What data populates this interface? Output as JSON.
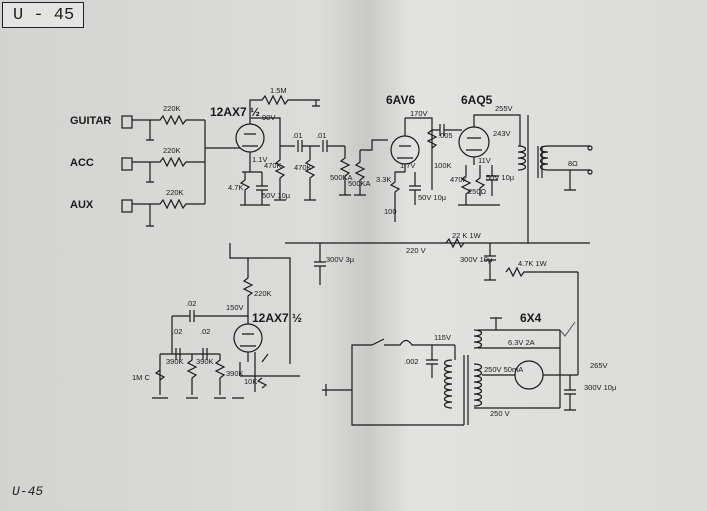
{
  "corner_tag": "U - 45",
  "footer_tag": "U-45",
  "inputs": [
    "GUITAR",
    "ACC",
    "AUX"
  ],
  "tubes": {
    "v1": "12AX7 ½",
    "v2": "12AX7 ½",
    "v3": "6AV6",
    "v4": "6AQ5",
    "rect": "6X4"
  },
  "labels": {
    "r_in1": "220K",
    "r_in2": "220K",
    "r_in3": "220K",
    "r_fb": "1.5M",
    "v1_plate": "90V",
    "c1": ".01",
    "c2": ".01",
    "c3": ".005",
    "r_v1_cath": "4.7K",
    "v1_cath_v": "1.1V",
    "r_v1_load": "470K",
    "c_v1_cath": "50V 10µ",
    "r_grid": "470K",
    "vol": "500KA",
    "vol2": "500KA",
    "v3_plate": "170V",
    "r_v3_cath": "3.3K",
    "v3_cath_v": "1.7V",
    "c_v3_cath": "50V 10µ",
    "r_v3_100": "100",
    "r_v3_load": "100K",
    "v4_plate": "255V",
    "v4_screen": "243V",
    "v4_cath_v": "11V",
    "r_v4_grid": "470K",
    "r_v4_cath": "250Ω",
    "c_v4_cath": "50V 10µ",
    "speaker": "8Ω",
    "r_drop1": "22 K 1W",
    "b220": "220 V",
    "c_filt1": "300V 3µ",
    "c_filt2": "300V 10µ",
    "r_drop2": "4.7K 1W",
    "r_v2_load": "220K",
    "v2_plate": "150V",
    "c_trem": ".02",
    "c_ph1": ".02",
    "c_ph2": ".02",
    "r_390a": "390K",
    "r_390b": "390K",
    "r_390c": "390K",
    "pot_1m": "1M C",
    "r_10k": "10K",
    "mains": "115V",
    "c_line": ".002",
    "heater": "6.3V 2A",
    "hv_sec": "250V 50mA",
    "hv_sec2": "250 V",
    "b_plus": "265V",
    "c_res": "300V 10µ"
  },
  "colors": {
    "ink": "#1a1a1a",
    "paper": "#d9d9d7"
  }
}
